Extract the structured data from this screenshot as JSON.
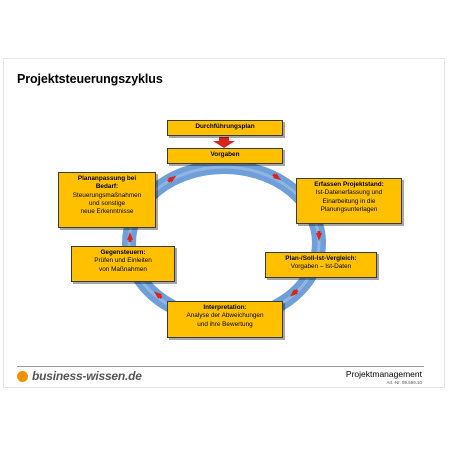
{
  "title": "Projektsteuerungszyklus",
  "colors": {
    "box_fill": "#ffc000",
    "ring": "#6f9fd8",
    "arrow": "#d9261c",
    "brand_dot": "#f39200"
  },
  "boxes": {
    "durchfuehrungsplan": {
      "heading": "Durchführungsplan",
      "text": ""
    },
    "vorgaben": {
      "heading": "Vorgaben",
      "text": ""
    },
    "erfassen": {
      "heading": "Erfassen Projektstand:",
      "text": "Ist-Datenerfassung und\nEinarbeitung in die\nPlanungsunterlagen"
    },
    "vergleich": {
      "heading": "Plan-/Soll-Ist-Vergleich:",
      "text": "Vorgaben – Ist-Daten"
    },
    "interpretation": {
      "heading": "Interpretation:",
      "text": "Analyse der Abweichungen\nund ihre Bewertung"
    },
    "gegensteuern": {
      "heading": "Gegensteuern:",
      "text": "Prüfen und Einleiten\nvon Maßnahmen"
    },
    "planpassung": {
      "heading": "Plananpassung bei\nBedarf:",
      "text": "Steuerungsmaßnahmen\nund sonstige\nneue Erkenntnisse"
    }
  },
  "footer": {
    "brand": "business-wissen.de",
    "topic": "Projektmanagement",
    "article": "Art.-Nr. 99.599.10"
  }
}
